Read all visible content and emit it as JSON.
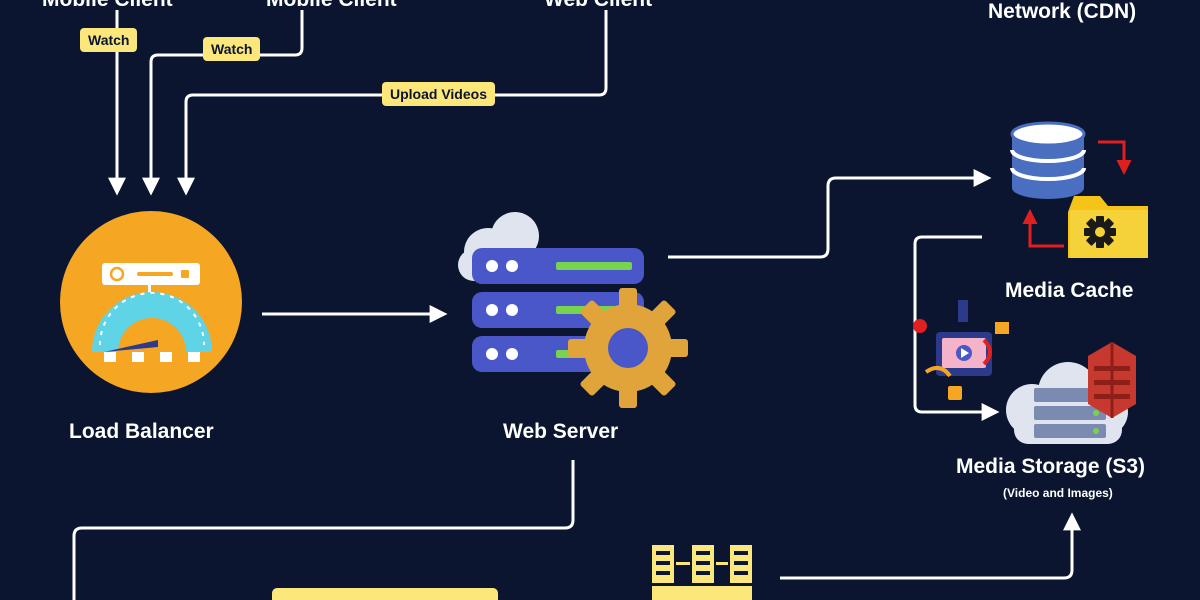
{
  "clients": {
    "mobile_client_1": "Mobile Client",
    "mobile_client_2": "Mobile Client",
    "web_client": "Web Client",
    "cdn": "Network (CDN)"
  },
  "edges": {
    "watch_1": "Watch",
    "watch_2": "Watch",
    "upload_videos": "Upload Videos"
  },
  "nodes": {
    "load_balancer": "Load Balancer",
    "web_server": "Web Server",
    "media_cache": "Media Cache",
    "media_storage": "Media Storage (S3)",
    "media_storage_sub": "(Video and Images)"
  },
  "colors": {
    "background": "#0b1530",
    "label_pill": "#fce77a",
    "load_balancer": "#f5a623",
    "server_blue": "#4a57c8",
    "gear": "#e0a43a",
    "cache_arrow": "#e02020",
    "s3_red": "#c7392f"
  },
  "icons": [
    "load-balancer-icon",
    "web-server-icon",
    "database-icon",
    "gear-folder-icon",
    "media-storage-icon",
    "database-shards-icon"
  ]
}
